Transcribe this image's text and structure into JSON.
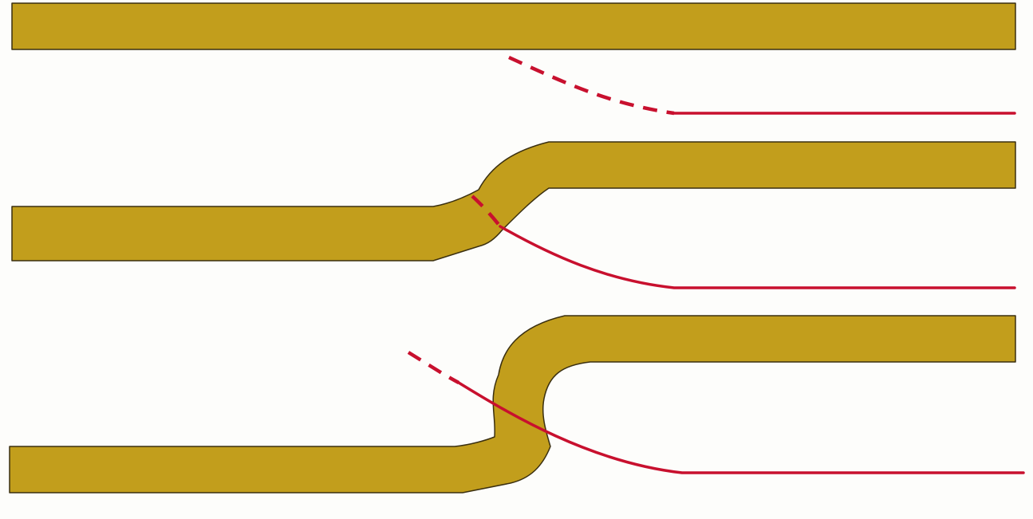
{
  "colors": {
    "background": "#fdfdfb",
    "band_fill": "#c29e1c",
    "band_outline": "#3a2f10",
    "curve": "#c8102e"
  },
  "panels": [
    {
      "id": "top",
      "band": "straight",
      "curve_solid_from_dash": "dashed-only-left"
    },
    {
      "id": "middle",
      "band": "single-step-offset",
      "curve_solid_from_dash": "dashed-then-solid"
    },
    {
      "id": "bottom",
      "band": "steep-step-offset",
      "curve_solid_from_dash": "dashed-then-solid"
    }
  ]
}
